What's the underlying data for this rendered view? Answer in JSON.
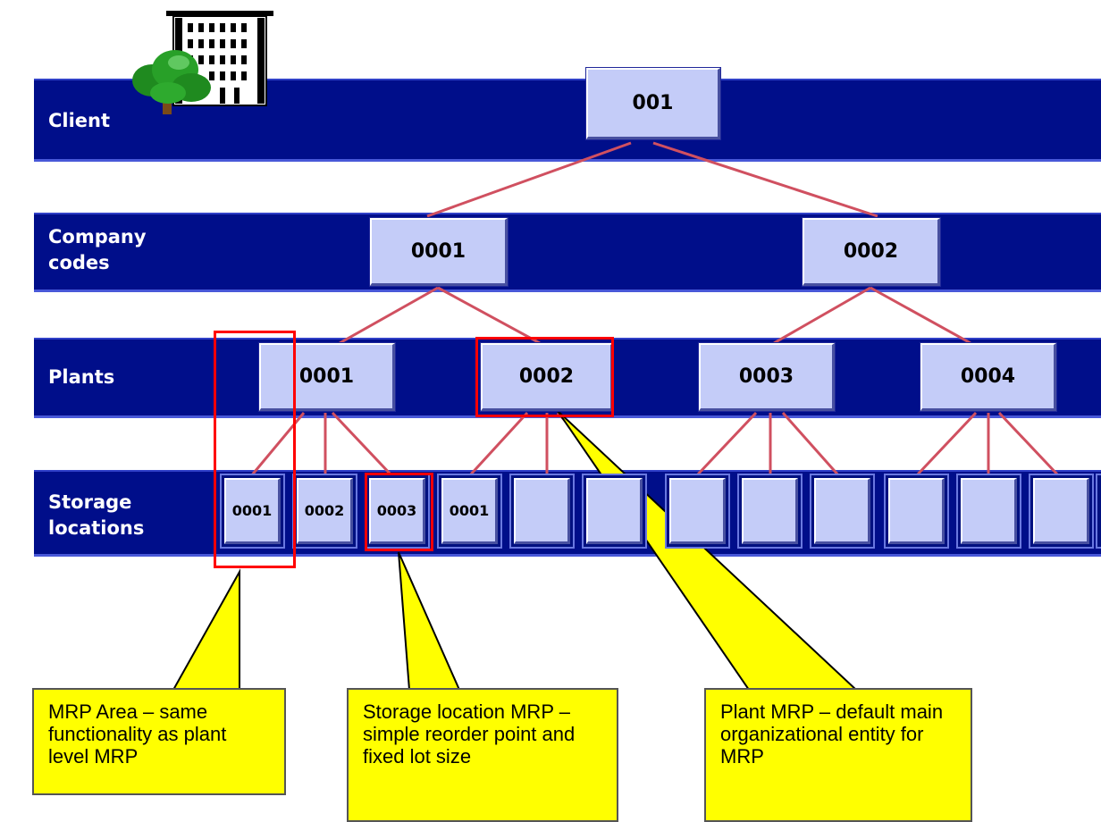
{
  "levels": {
    "client": "Client",
    "company_codes": [
      "Company",
      "codes"
    ],
    "plants": "Plants",
    "storage_locations": [
      "Storage",
      "locations"
    ]
  },
  "nodes": {
    "client": "001",
    "company_codes": [
      "0001",
      "0002"
    ],
    "plants": [
      "0001",
      "0002",
      "0003",
      "0004"
    ],
    "storage_locations": [
      "0001",
      "0002",
      "0003",
      "0001",
      "",
      "",
      "",
      "",
      "",
      "",
      "",
      "",
      ""
    ]
  },
  "callouts": {
    "mrp_area": "MRP Area – same functionality as plant level MRP",
    "storage_location_mrp": "Storage location MRP – simple reorder point and fixed lot size",
    "plant_mrp": "Plant MRP – default main organizational entity for MRP"
  },
  "colors": {
    "band": "#000e8a",
    "node": "#c4ccf8",
    "connector": "#d05060",
    "highlight": "#ff0000",
    "callout": "#ffff00"
  },
  "icons": [
    "office-building-icon",
    "tree-icon"
  ]
}
